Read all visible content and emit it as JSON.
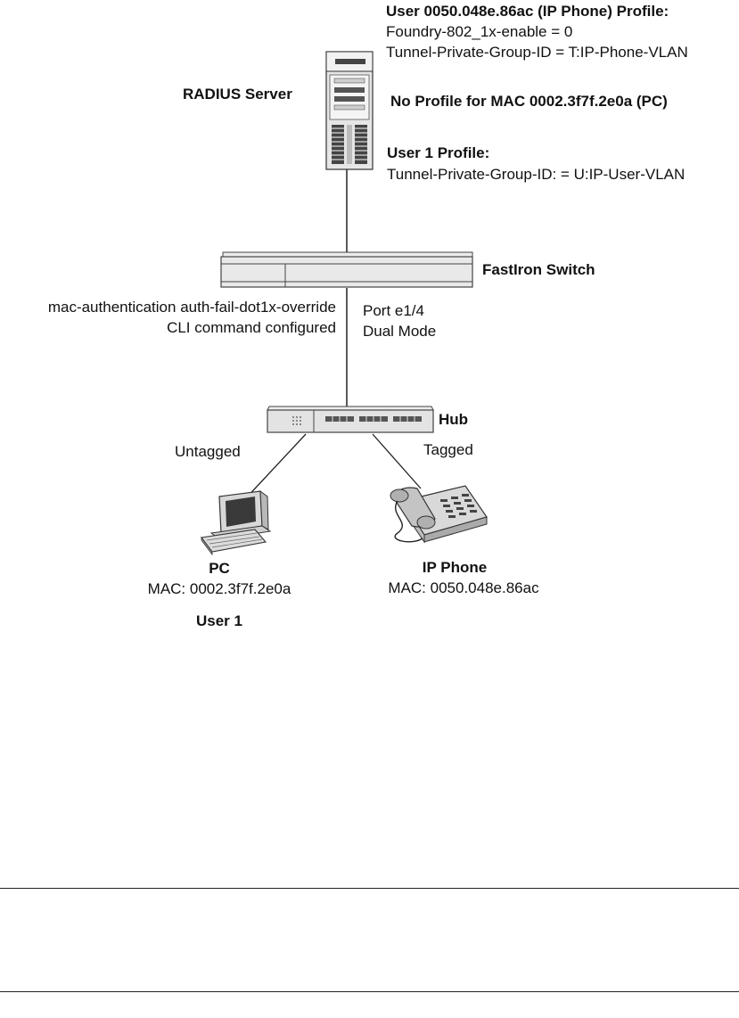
{
  "server": {
    "label": "RADIUS Server",
    "phone_profile": {
      "heading": "User 0050.048e.86ac (IP Phone) Profile:",
      "line1": "Foundry-802_1x-enable = 0",
      "line2": "Tunnel-Private-Group-ID = T:IP-Phone-VLAN"
    },
    "no_profile": "No Profile for MAC 0002.3f7f.2e0a (PC)",
    "user_profile": {
      "heading": "User 1 Profile:",
      "line1": "Tunnel-Private-Group-ID: = U:IP-User-VLAN"
    }
  },
  "switch": {
    "label": "FastIron Switch",
    "cli_line1": "mac-authentication auth-fail-dot1x-override",
    "cli_line2": "CLI command configured",
    "port_line1": "Port e1/4",
    "port_line2": "Dual Mode"
  },
  "hub": {
    "label": "Hub"
  },
  "links": {
    "untagged": "Untagged",
    "tagged": "Tagged"
  },
  "pc": {
    "label": "PC",
    "mac": "MAC: 0002.3f7f.2e0a",
    "user": "User 1"
  },
  "phone": {
    "label": "IP Phone",
    "mac": "MAC: 0050.048e.86ac"
  }
}
